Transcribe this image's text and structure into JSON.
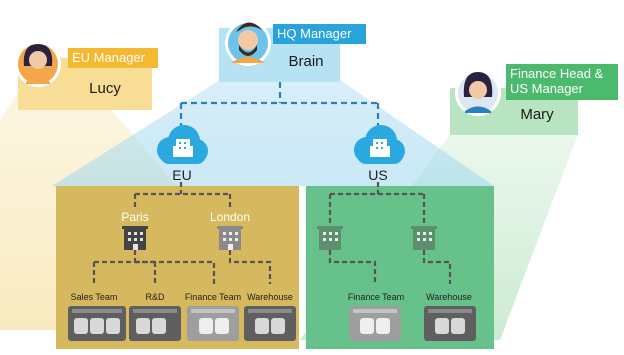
{
  "colors": {
    "eu_area": "#d4b65c",
    "us_area": "#5fbf87",
    "eu_beam": "#f3d98a",
    "us_beam": "#a9dcb3",
    "hq_beam": "#9fd6ee",
    "hq_badge": "#29a3db",
    "eu_badge": "#f5b931",
    "us_badge": "#4cba6c",
    "cloud": "#2aa8e0",
    "dash": "#2a7fbf",
    "line_dark": "#555555"
  },
  "managers": {
    "hq": {
      "role": "HQ Manager",
      "name": "Brain",
      "avatar_icon": "bearded-man-avatar-icon"
    },
    "eu": {
      "role": "EU Manager",
      "name": "Lucy",
      "avatar_icon": "woman-avatar-icon"
    },
    "us": {
      "role_line1": "Finance Head &",
      "role_line2": "US Manager",
      "name": "Mary",
      "avatar_icon": "woman-avatar-icon"
    }
  },
  "regions": {
    "eu": {
      "label": "EU",
      "icon": "cloud-building-icon",
      "sites": [
        {
          "label": "Paris",
          "icon": "office-building-icon"
        },
        {
          "label": "London",
          "icon": "office-building-icon"
        }
      ],
      "teams": [
        {
          "label": "Sales Team",
          "icon": "switch-device-icon"
        },
        {
          "label": "R&D",
          "icon": "switch-device-icon"
        },
        {
          "label": "Finance Team",
          "icon": "switch-device-icon"
        },
        {
          "label": "Warehouse",
          "icon": "switch-device-icon"
        }
      ]
    },
    "us": {
      "label": "US",
      "icon": "cloud-building-icon",
      "sites": [
        {
          "label": "",
          "icon": "office-building-icon"
        },
        {
          "label": "",
          "icon": "office-building-icon"
        }
      ],
      "teams": [
        {
          "label": "Finance Team",
          "icon": "switch-device-icon"
        },
        {
          "label": "Warehouse",
          "icon": "switch-device-icon"
        }
      ]
    }
  }
}
